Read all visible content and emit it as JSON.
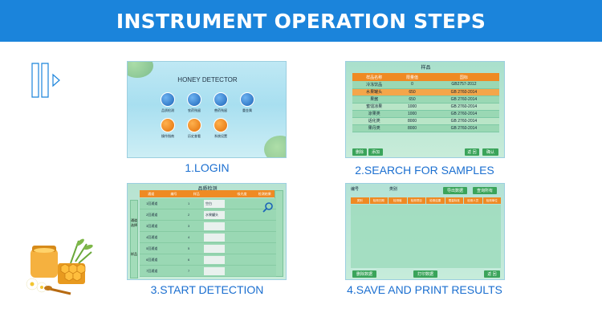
{
  "banner": {
    "title": "INSTRUMENT OPERATION STEPS"
  },
  "steps": [
    {
      "caption": "1.LOGIN",
      "screen_title": "HONEY DETECTOR",
      "icons": [
        {
          "label": "品质检测",
          "color": "blue"
        },
        {
          "label": "农药残留",
          "color": "blue"
        },
        {
          "label": "兽药残留",
          "color": "blue"
        },
        {
          "label": "重金属",
          "color": "blue"
        },
        {
          "label": "操作指南",
          "color": "orange"
        },
        {
          "label": "历史查看",
          "color": "orange"
        },
        {
          "label": "系统设置",
          "color": "orange"
        }
      ]
    },
    {
      "caption": "2.SEARCH FOR SAMPLES",
      "screen_title": "样品",
      "columns": [
        "样品名称",
        "限量值",
        "国标"
      ],
      "rows": [
        [
          "冷冻饮品",
          "0",
          "GB2757-2012"
        ],
        [
          "水果罐头",
          "650",
          "GB 2760-2014"
        ],
        [
          "果酱",
          "650",
          "GB 2760-2014"
        ],
        [
          "蜜饯凉果",
          "1000",
          "GB 2760-2014"
        ],
        [
          "凉果类",
          "1000",
          "GB 2760-2014"
        ],
        [
          "话化类",
          "8000",
          "GB 2760-2014"
        ],
        [
          "果丹类",
          "8000",
          "GB 2760-2014"
        ]
      ],
      "buttons": {
        "delete": "删除",
        "add": "添加",
        "back": "返 回",
        "confirm": "确认"
      }
    },
    {
      "caption": "3.START DETECTION",
      "screen_title": "品质检测",
      "columns": [
        "通道",
        "编号",
        "样品",
        "",
        "吸光度",
        "检测结果"
      ],
      "side_left": [
        "通道选择",
        "样品"
      ],
      "rows": [
        {
          "ch": "1回通道",
          "no": "1",
          "sample": "空白"
        },
        {
          "ch": "2回通道",
          "no": "2",
          "sample": "水果罐头"
        },
        {
          "ch": "3回通道",
          "no": "3",
          "sample": ""
        },
        {
          "ch": "4回通道",
          "no": "4",
          "sample": ""
        },
        {
          "ch": "5回通道",
          "no": "5",
          "sample": ""
        },
        {
          "ch": "6回通道",
          "no": "6",
          "sample": ""
        },
        {
          "ch": "7回通道",
          "no": "7",
          "sample": ""
        }
      ]
    },
    {
      "caption": "4.SAVE AND PRINT RESULTS",
      "top_labels": {
        "number": "编号",
        "category": "类别",
        "export": "导出数据",
        "query": "查询所有"
      },
      "columns": [
        "类别",
        "检测日期",
        "检测值",
        "检测项目",
        "检测结果",
        "限量标准",
        "检测人员",
        "检测单位"
      ],
      "buttons": {
        "delete": "删除数据",
        "print": "打印数据",
        "back": "返 回"
      }
    }
  ]
}
